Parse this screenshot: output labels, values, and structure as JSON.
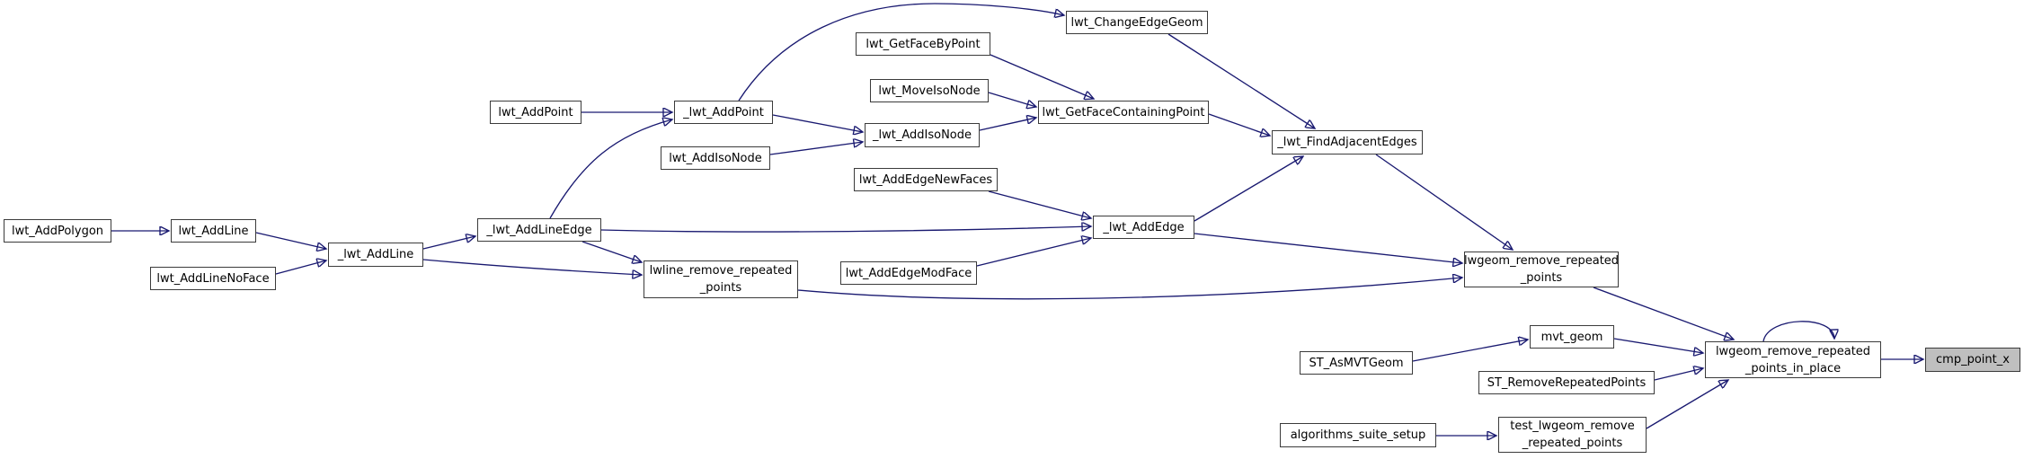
{
  "diagram": {
    "kind": "doxygen-caller-graph",
    "colors": {
      "edge": "#191970",
      "node_fill": "#ffffff",
      "node_border": "#3b3b3b",
      "highlight_fill": "#bfbfbf",
      "text": "#000000",
      "background": "#ffffff"
    },
    "nodes": [
      {
        "id": "lwt_AddPolygon",
        "label": "lwt_AddPolygon",
        "highlighted": false
      },
      {
        "id": "lwt_AddLine",
        "label": "lwt_AddLine",
        "highlighted": false
      },
      {
        "id": "lwt_AddLineNoFace",
        "label": "lwt_AddLineNoFace",
        "highlighted": false
      },
      {
        "id": "_lwt_AddLine",
        "label": "_lwt_AddLine",
        "highlighted": false
      },
      {
        "id": "_lwt_AddLineEdge",
        "label": "_lwt_AddLineEdge",
        "highlighted": false
      },
      {
        "id": "lwt_AddPoint",
        "label": "lwt_AddPoint",
        "highlighted": false
      },
      {
        "id": "_lwt_AddPoint",
        "label": "_lwt_AddPoint",
        "highlighted": false
      },
      {
        "id": "lwt_AddIsoNode",
        "label": "lwt_AddIsoNode",
        "highlighted": false
      },
      {
        "id": "_lwt_AddIsoNode",
        "label": "_lwt_AddIsoNode",
        "highlighted": false
      },
      {
        "id": "lwt_GetFaceByPoint",
        "label": "lwt_GetFaceByPoint",
        "highlighted": false
      },
      {
        "id": "lwt_MoveIsoNode",
        "label": "lwt_MoveIsoNode",
        "highlighted": false
      },
      {
        "id": "lwt_GetFaceContainingPoint",
        "label": "lwt_GetFaceContainingPoint",
        "highlighted": false
      },
      {
        "id": "lwt_ChangeEdgeGeom",
        "label": "lwt_ChangeEdgeGeom",
        "highlighted": false
      },
      {
        "id": "lwt_AddEdgeNewFaces",
        "label": "lwt_AddEdgeNewFaces",
        "highlighted": false
      },
      {
        "id": "_lwt_AddEdge",
        "label": "_lwt_AddEdge",
        "highlighted": false
      },
      {
        "id": "lwt_AddEdgeModFace",
        "label": "lwt_AddEdgeModFace",
        "highlighted": false
      },
      {
        "id": "lwline_remove_repeated_points",
        "label": "lwline_remove_repeated\n_points",
        "highlighted": false
      },
      {
        "id": "_lwt_FindAdjacentEdges",
        "label": "_lwt_FindAdjacentEdges",
        "highlighted": false
      },
      {
        "id": "lwgeom_remove_repeated_points",
        "label": "lwgeom_remove_repeated\n_points",
        "highlighted": false
      },
      {
        "id": "mvt_geom",
        "label": "mvt_geom",
        "highlighted": false
      },
      {
        "id": "ST_AsMVTGeom",
        "label": "ST_AsMVTGeom",
        "highlighted": false
      },
      {
        "id": "ST_RemoveRepeatedPoints",
        "label": "ST_RemoveRepeatedPoints",
        "highlighted": false
      },
      {
        "id": "lwgeom_remove_repeated_points_in_place",
        "label": "lwgeom_remove_repeated\n_points_in_place",
        "highlighted": false
      },
      {
        "id": "cmp_point_x",
        "label": "cmp_point_x",
        "highlighted": true
      },
      {
        "id": "algorithms_suite_setup",
        "label": "algorithms_suite_setup",
        "highlighted": false
      },
      {
        "id": "test_lwgeom_remove_repeated_points",
        "label": "test_lwgeom_remove\n_repeated_points",
        "highlighted": false
      }
    ],
    "edges": [
      {
        "from": "lwt_AddPolygon",
        "to": "lwt_AddLine"
      },
      {
        "from": "lwt_AddLine",
        "to": "_lwt_AddLine"
      },
      {
        "from": "lwt_AddLineNoFace",
        "to": "_lwt_AddLine"
      },
      {
        "from": "_lwt_AddLine",
        "to": "_lwt_AddLineEdge"
      },
      {
        "from": "_lwt_AddLine",
        "to": "lwline_remove_repeated_points"
      },
      {
        "from": "_lwt_AddLineEdge",
        "to": "_lwt_AddPoint"
      },
      {
        "from": "_lwt_AddLineEdge",
        "to": "_lwt_AddEdge"
      },
      {
        "from": "_lwt_AddLineEdge",
        "to": "lwline_remove_repeated_points"
      },
      {
        "from": "lwt_AddPoint",
        "to": "_lwt_AddPoint"
      },
      {
        "from": "_lwt_AddPoint",
        "to": "lwt_ChangeEdgeGeom"
      },
      {
        "from": "_lwt_AddPoint",
        "to": "_lwt_AddIsoNode"
      },
      {
        "from": "lwt_AddIsoNode",
        "to": "_lwt_AddIsoNode"
      },
      {
        "from": "_lwt_AddIsoNode",
        "to": "lwt_GetFaceContainingPoint"
      },
      {
        "from": "lwt_GetFaceByPoint",
        "to": "lwt_GetFaceContainingPoint"
      },
      {
        "from": "lwt_MoveIsoNode",
        "to": "lwt_GetFaceContainingPoint"
      },
      {
        "from": "lwt_GetFaceContainingPoint",
        "to": "_lwt_FindAdjacentEdges"
      },
      {
        "from": "lwt_ChangeEdgeGeom",
        "to": "_lwt_FindAdjacentEdges"
      },
      {
        "from": "_lwt_AddEdge",
        "to": "_lwt_FindAdjacentEdges"
      },
      {
        "from": "lwt_AddEdgeNewFaces",
        "to": "_lwt_AddEdge"
      },
      {
        "from": "lwt_AddEdgeModFace",
        "to": "_lwt_AddEdge"
      },
      {
        "from": "_lwt_AddEdge",
        "to": "lwgeom_remove_repeated_points"
      },
      {
        "from": "_lwt_FindAdjacentEdges",
        "to": "lwgeom_remove_repeated_points"
      },
      {
        "from": "lwline_remove_repeated_points",
        "to": "lwgeom_remove_repeated_points"
      },
      {
        "from": "lwgeom_remove_repeated_points",
        "to": "lwgeom_remove_repeated_points_in_place"
      },
      {
        "from": "ST_AsMVTGeom",
        "to": "mvt_geom"
      },
      {
        "from": "mvt_geom",
        "to": "lwgeom_remove_repeated_points_in_place"
      },
      {
        "from": "ST_RemoveRepeatedPoints",
        "to": "lwgeom_remove_repeated_points_in_place"
      },
      {
        "from": "algorithms_suite_setup",
        "to": "test_lwgeom_remove_repeated_points"
      },
      {
        "from": "test_lwgeom_remove_repeated_points",
        "to": "lwgeom_remove_repeated_points_in_place"
      },
      {
        "from": "lwgeom_remove_repeated_points_in_place",
        "to": "lwgeom_remove_repeated_points_in_place"
      },
      {
        "from": "lwgeom_remove_repeated_points_in_place",
        "to": "cmp_point_x"
      }
    ]
  }
}
